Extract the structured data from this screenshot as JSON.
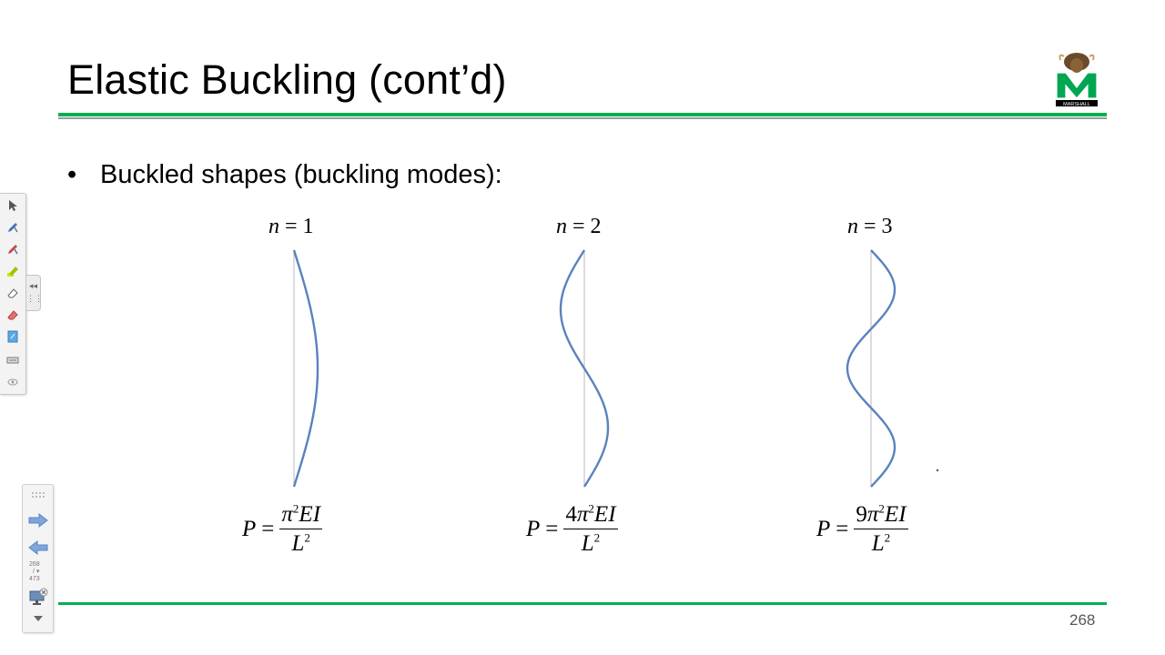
{
  "slide": {
    "title": "Elastic Buckling (cont’d)",
    "bullet_text": "Buckled shapes (buckling modes):",
    "page_number": "268",
    "accent_color": "#00b050",
    "curve_color": "#5a82bd",
    "logo_text": "MARSHALL"
  },
  "modes": [
    {
      "n_var": "n",
      "n_eq": " = ",
      "n_value": "1",
      "coefficient": "",
      "numerator": "π",
      "numerator_tail": "EI",
      "exponent": "2",
      "denominator": "L",
      "lhs": "P",
      "eq": "="
    },
    {
      "n_var": "n",
      "n_eq": " = ",
      "n_value": "2",
      "coefficient": "4",
      "numerator": "π",
      "numerator_tail": "EI",
      "exponent": "2",
      "denominator": "L",
      "lhs": "P",
      "eq": "="
    },
    {
      "n_var": "n",
      "n_eq": " = ",
      "n_value": "3",
      "coefficient": "9",
      "numerator": "π",
      "numerator_tail": "EI",
      "exponent": "2",
      "denominator": "L",
      "lhs": "P",
      "eq": "="
    }
  ],
  "nav": {
    "current_page": "268",
    "separator": "/",
    "total_pages": "473",
    "dropdown_glyph": "▾"
  },
  "toolbar": {
    "icons": [
      "select-arrow-icon",
      "pen-icon",
      "pen-eraser-icon",
      "highlighter-icon",
      "eraser-icon",
      "delete-ink-icon",
      "whiteboard-icon",
      "keyboard-icon",
      "settings-icon"
    ]
  }
}
